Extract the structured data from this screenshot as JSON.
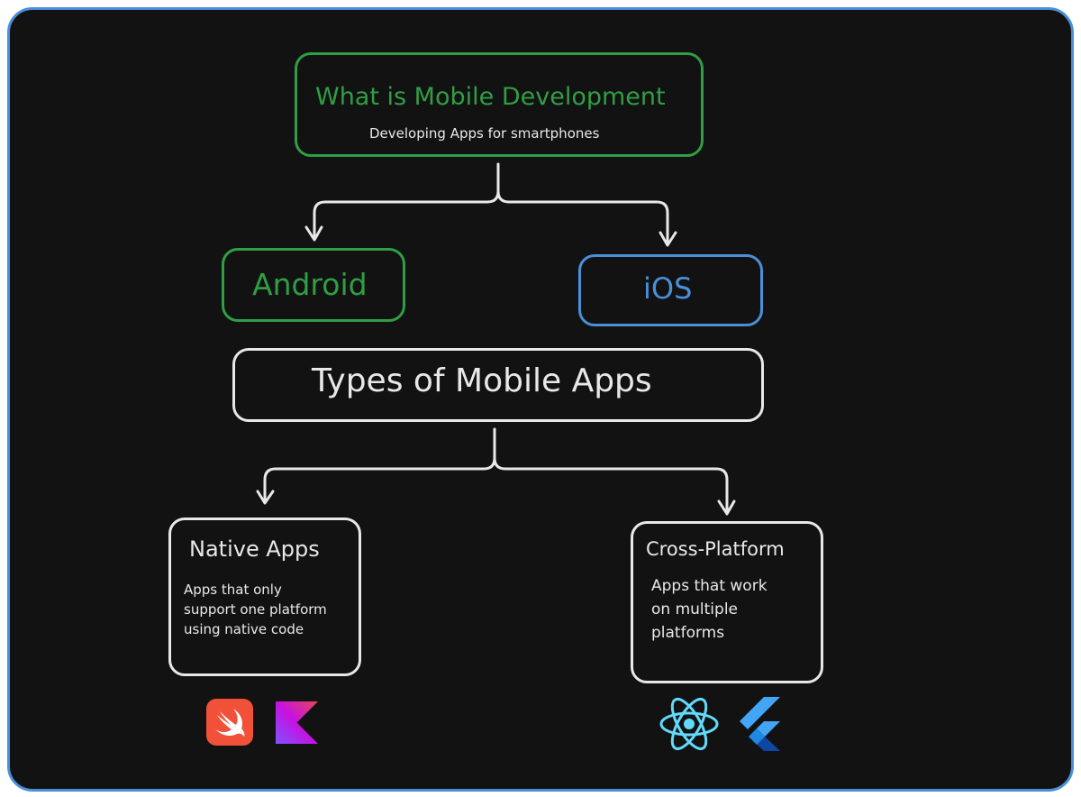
{
  "diagram": {
    "root": {
      "title": "What is Mobile Development",
      "subtitle": "Developing Apps for smartphones"
    },
    "platforms": {
      "android": "Android",
      "ios": "iOS"
    },
    "types_title": "Types of Mobile Apps",
    "native": {
      "title": "Native Apps",
      "lines": [
        "Apps that only",
        "support one platform",
        "using native code"
      ]
    },
    "cross": {
      "title": "Cross-Platform",
      "lines": [
        "Apps that work",
        "on multiple",
        "platforms"
      ]
    },
    "icons": {
      "native": [
        "swift-logo-icon",
        "kotlin-logo-icon"
      ],
      "cross": [
        "react-logo-icon",
        "flutter-logo-icon"
      ]
    },
    "colors": {
      "background": "#121212",
      "frame": "#4a90d9",
      "green": "#2f9e44",
      "blue": "#4a90d9",
      "white": "#e8e8e8",
      "swift": "#f05138",
      "kotlin_start": "#e44857",
      "kotlin_mid": "#c711e1",
      "kotlin_end": "#7f52ff",
      "react": "#61dafb",
      "flutter_light": "#42a5f5",
      "flutter_dark": "#0d47a1"
    }
  }
}
